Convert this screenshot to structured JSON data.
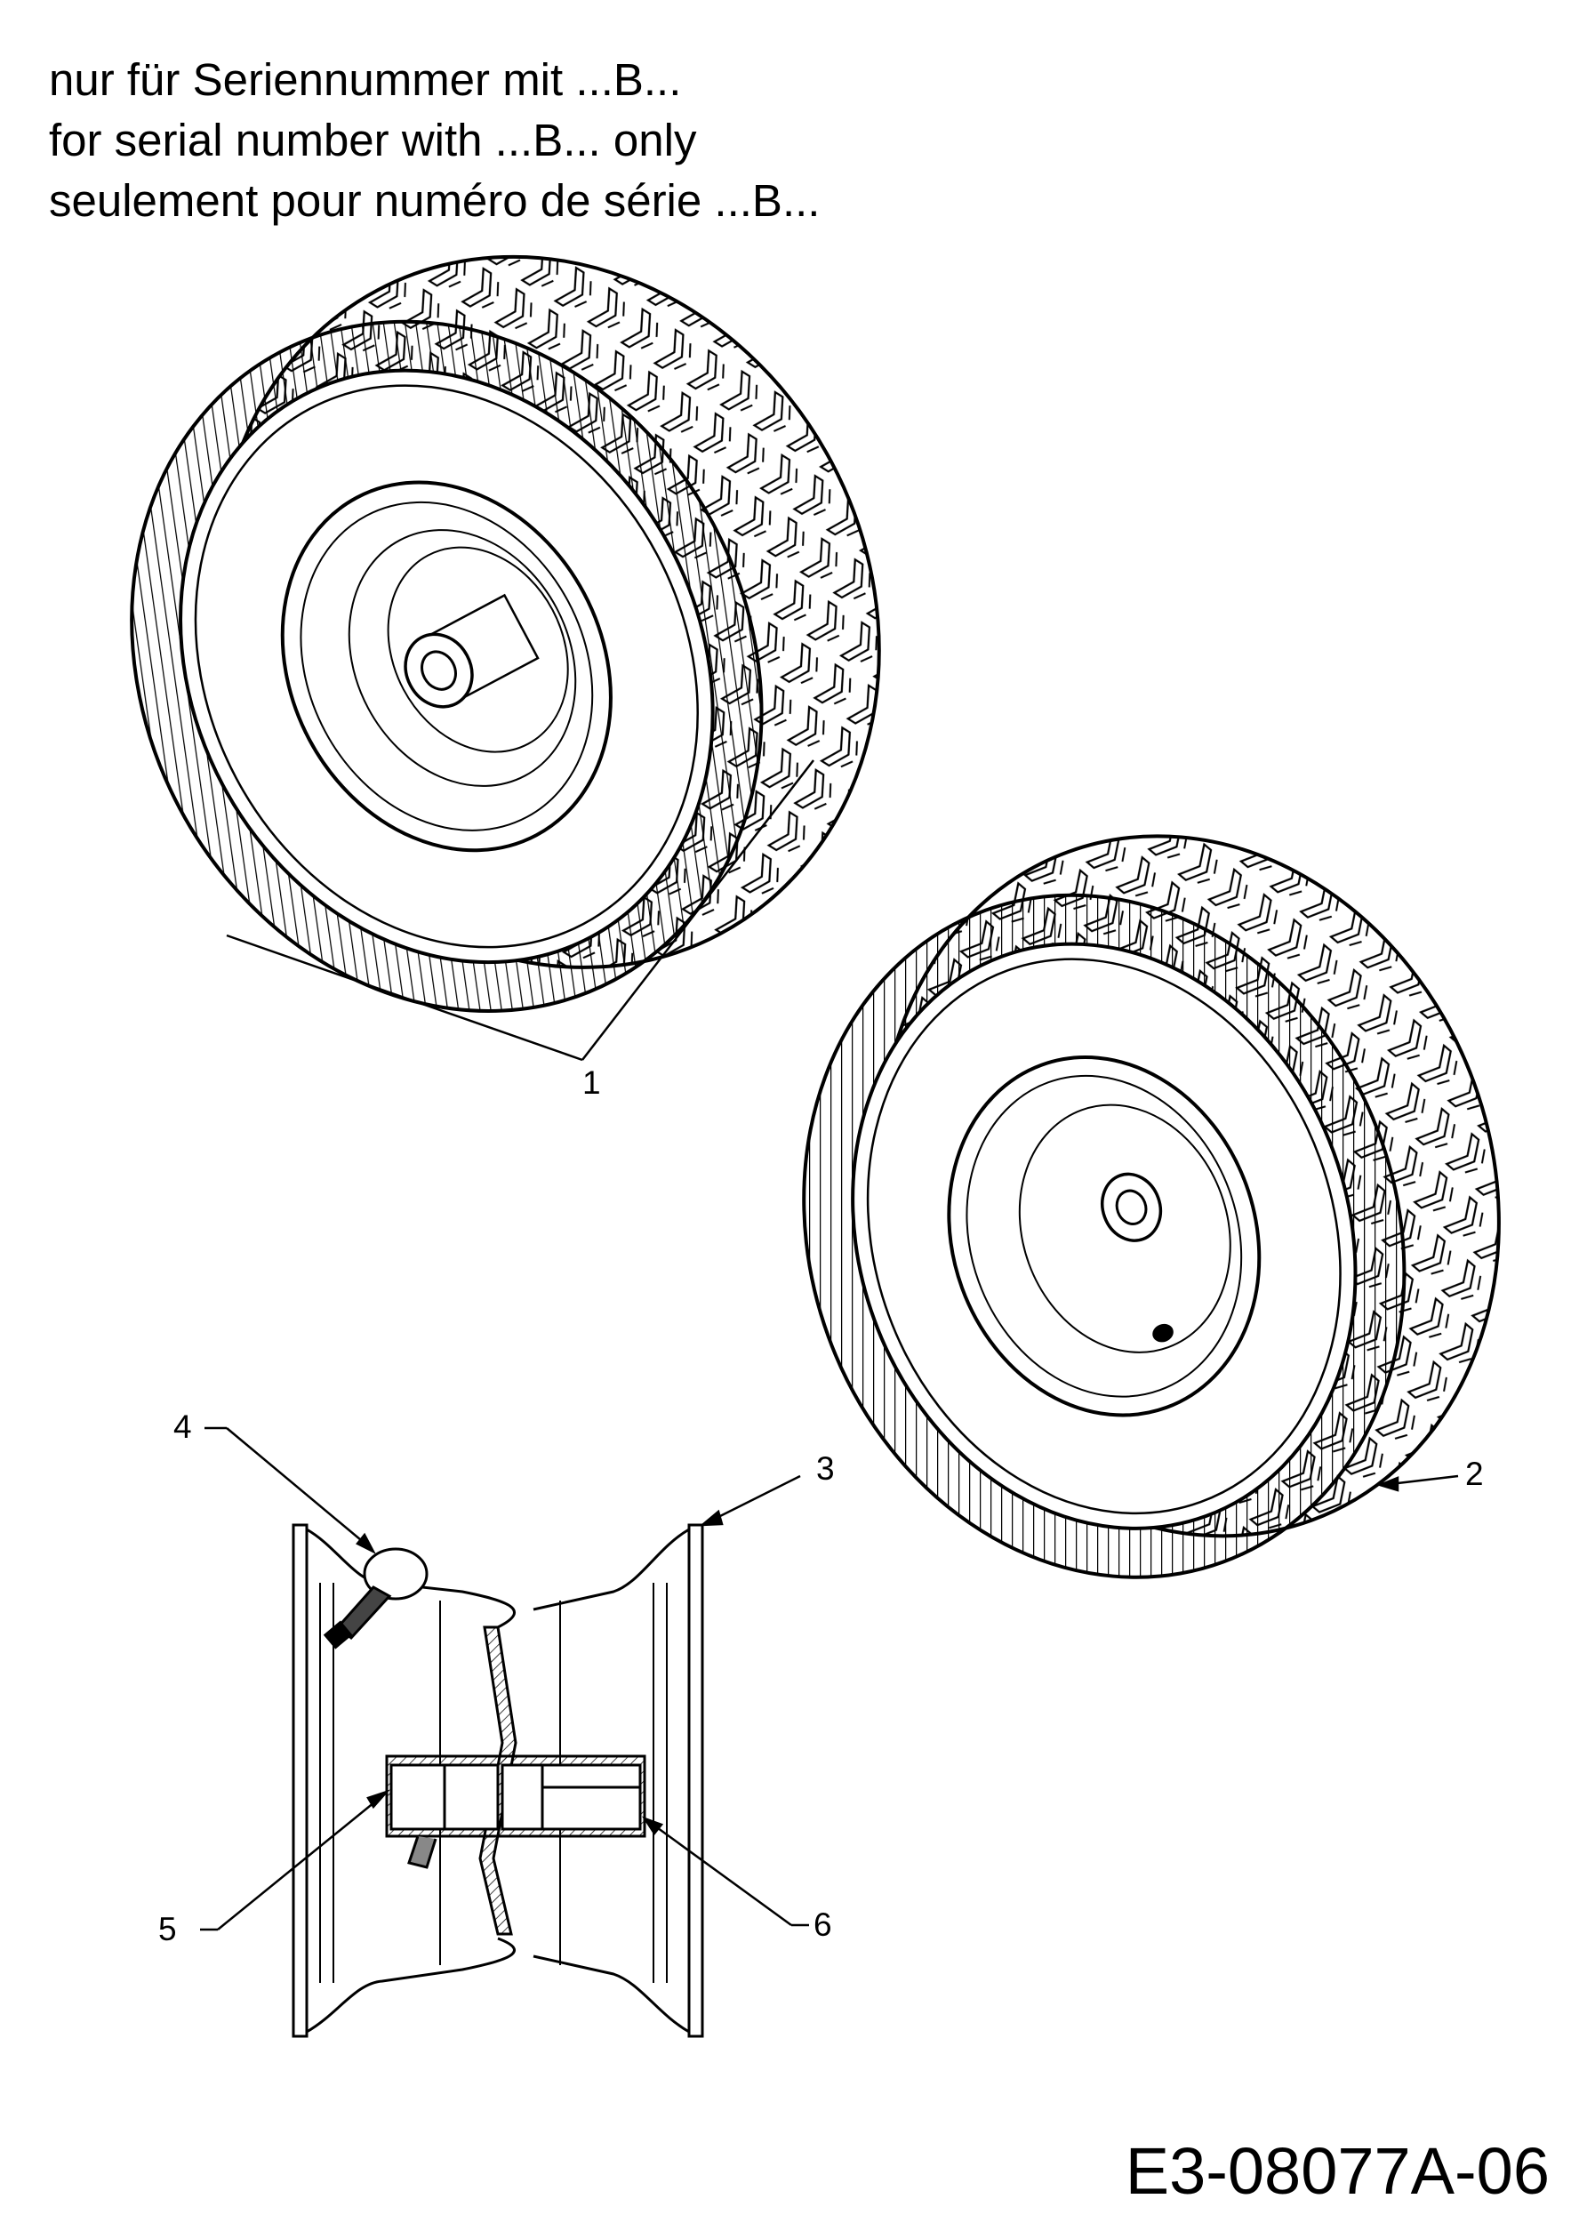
{
  "header": {
    "line_de": "nur für Seriennummer mit ...B...",
    "line_en": "for serial number with ...B... only",
    "line_fr": "seulement pour numéro de série ...B..."
  },
  "callouts": {
    "c1": "1",
    "c2": "2",
    "c3": "3",
    "c4": "4",
    "c5": "5",
    "c6": "6"
  },
  "drawing_code": "E3-08077A-06",
  "parts": [
    "wheel-assembly-front",
    "wheel-assembly-rear",
    "rim",
    "valve-stem",
    "bearing-left",
    "axle-sleeve"
  ]
}
